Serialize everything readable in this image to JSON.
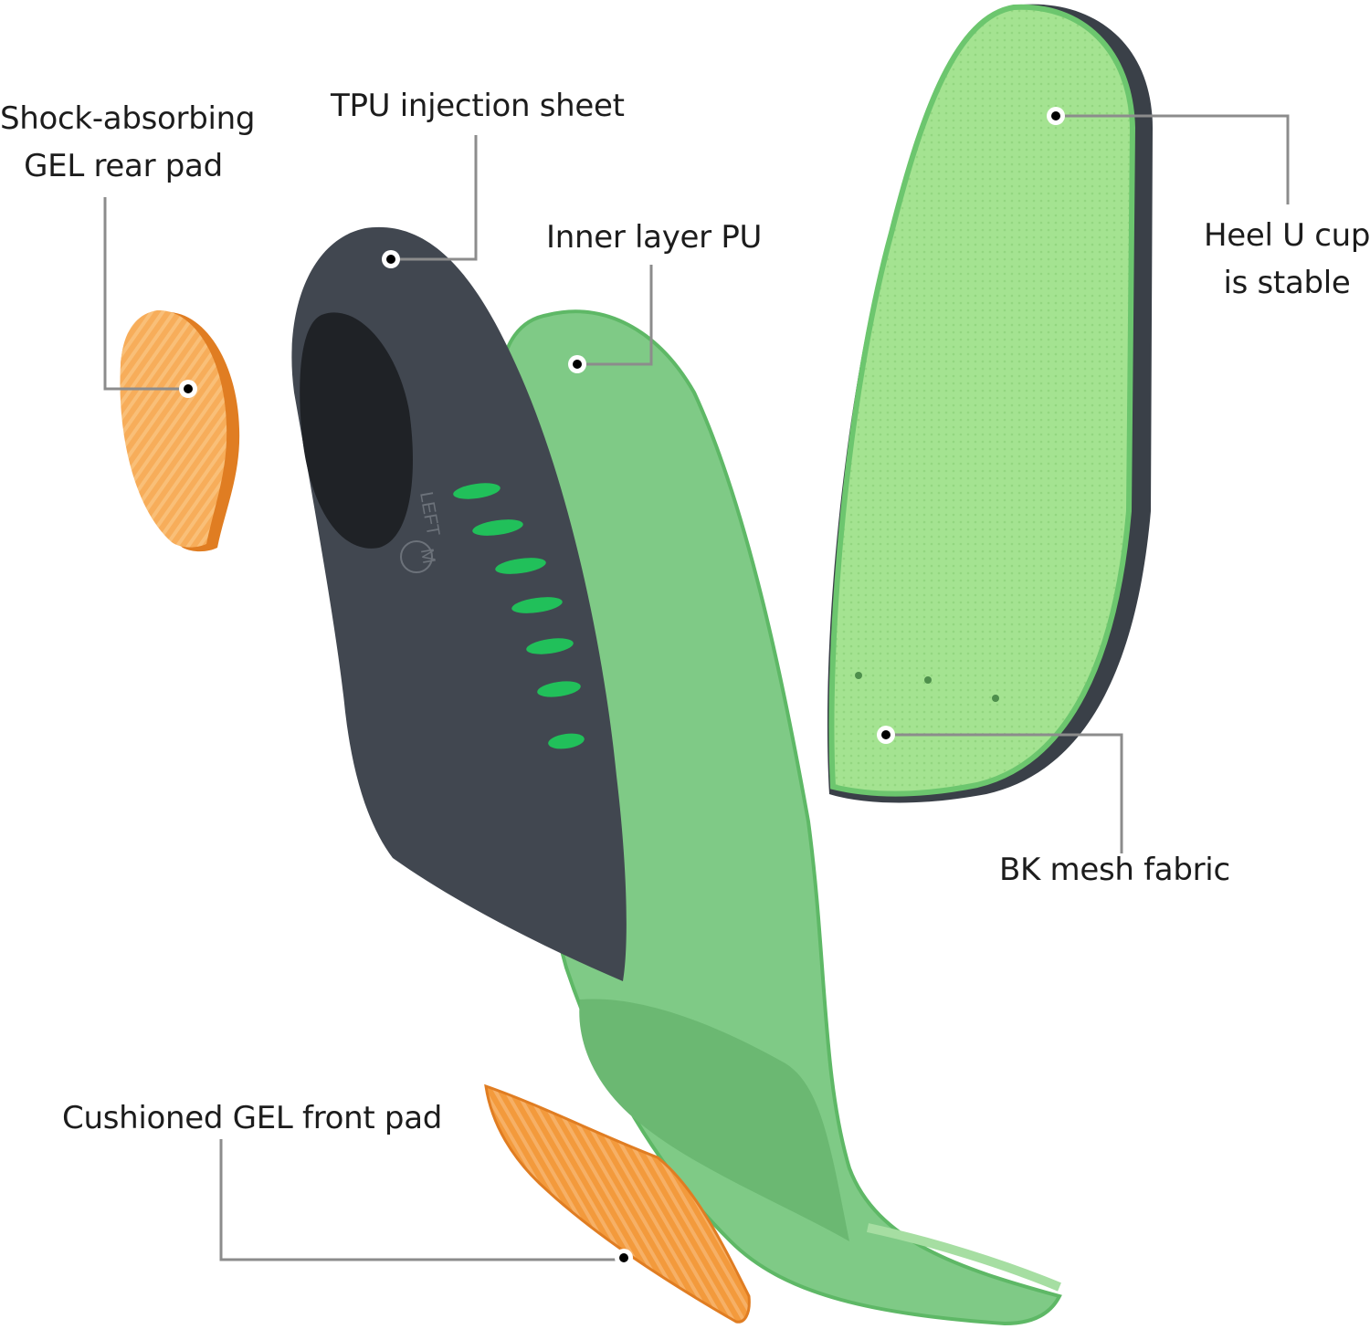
{
  "labels": {
    "gel_rear_pad": {
      "line1": "Shock-absorbing",
      "line2": "GEL rear pad"
    },
    "tpu_sheet": {
      "line1": "TPU injection sheet"
    },
    "inner_pu": {
      "line1": "Inner layer PU"
    },
    "heel_cup": {
      "line1": "Heel U cup",
      "line2": "is stable"
    },
    "mesh_fabric": {
      "line1": "BK mesh fabric"
    },
    "gel_front_pad": {
      "line1": "Cushioned GEL front pad"
    }
  },
  "shell_markings": {
    "side": "LEFT",
    "size": "M"
  },
  "colors": {
    "gel": "#f4a24a",
    "gel_dark": "#e07d22",
    "tpu": "#40464f",
    "tpu_dark": "#2a2e34",
    "pu_green": "#7ccb82",
    "mesh_green": "#9fe08c",
    "leader": "#8c8c8c"
  }
}
